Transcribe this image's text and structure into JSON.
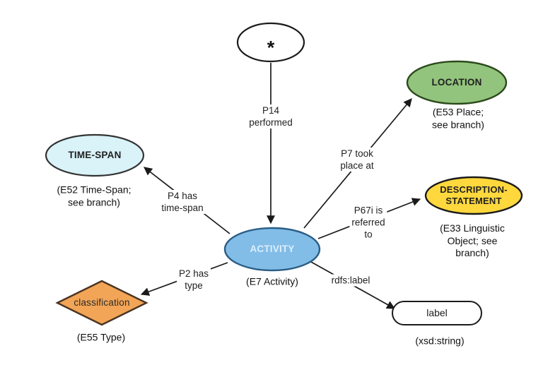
{
  "diagram": {
    "background": "#ffffff",
    "line_color": "#1a1a1a"
  },
  "nodes": {
    "star": {
      "label": "*",
      "fill": "#ffffff",
      "stroke": "#1a1a1a"
    },
    "location": {
      "label": "LOCATION",
      "caption": "(E53 Place;\nsee branch)",
      "fill": "#93c47d",
      "stroke": "#2c4a1c"
    },
    "timespan": {
      "label": "TIME-SPAN",
      "caption": "(E52 Time-Span;\nsee branch)",
      "fill": "#d9f3f8",
      "stroke": "#333333"
    },
    "description": {
      "label": "DESCRIPTION-\nSTATEMENT",
      "caption": "(E33 Linguistic\nObject; see\nbranch)",
      "fill": "#ffd83d",
      "stroke": "#1a1a1a"
    },
    "activity": {
      "label": "ACTIVITY",
      "caption": "(E7 Activity)",
      "fill": "#82bde8",
      "stroke": "#2b5d84",
      "label_color": "#dceefb"
    },
    "classification": {
      "label": "classification",
      "caption": "(E55 Type)",
      "fill": "#f2a556",
      "stroke": "#4a3423"
    },
    "label_node": {
      "label": "label",
      "caption": "(xsd:string)",
      "fill": "#ffffff",
      "stroke": "#1a1a1a"
    }
  },
  "edges": {
    "p14": {
      "label": "P14\nperformed"
    },
    "p7": {
      "label": "P7 took\nplace at"
    },
    "p4": {
      "label": "P4 has\ntime-span"
    },
    "p67i": {
      "label": "P67i is\nreferred\nto"
    },
    "p2": {
      "label": "P2 has\ntype"
    },
    "rdfs": {
      "label": "rdfs:label"
    }
  }
}
